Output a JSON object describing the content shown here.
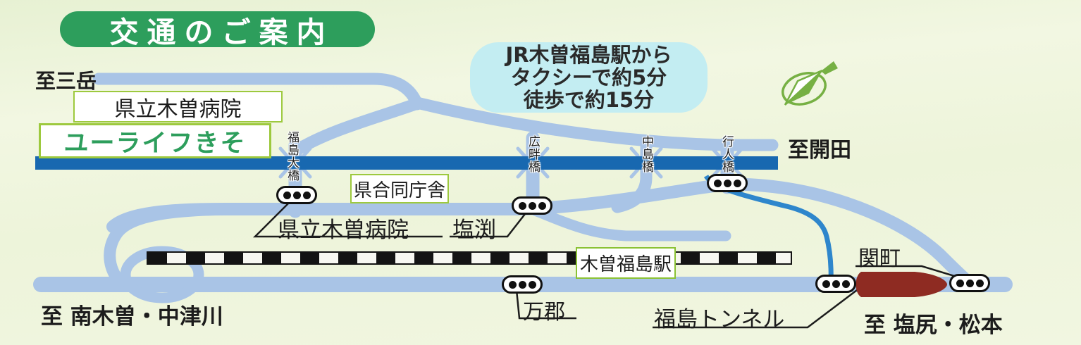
{
  "title": "交通のご案内",
  "directions": {
    "mitake": "至三岳",
    "kaida": "至開田",
    "nagiso": "至 南木曽・中津川",
    "shiojiri": "至 塩尻・松本"
  },
  "facilities": {
    "hospital_label": "県立木曽病院",
    "youlife": "ユーライフきそ",
    "govt_building": "県合同庁舎",
    "station": "木曽福島駅"
  },
  "bridges": {
    "fukushima_ohashi": "福島大橋",
    "hirokuro": "広畔橋",
    "nakajima": "中島橋",
    "gyonin": "行人橋"
  },
  "points": {
    "hospital": "県立木曽病院",
    "shiobuchi": "塩渕",
    "mangori": "万郡",
    "tunnel": "福島トンネル",
    "sekimachi": "関町"
  },
  "notice": {
    "line1": "JR木曽福島駅から",
    "line2": "タクシーで約5分",
    "line3": "徒歩で約15分"
  },
  "icons": {
    "compass": "compass-north-icon",
    "signal": "traffic-signal"
  },
  "colors": {
    "title_green": "#2d9e5c",
    "label_border_green": "#9dc93e",
    "road_blue": "#a9c4e6",
    "river_blue": "#1868b0",
    "stream_blue": "#2e86cc",
    "tunnel_red": "#8e2b22",
    "bubble_cyan": "#c3edf2",
    "background": "#eef4dc"
  }
}
